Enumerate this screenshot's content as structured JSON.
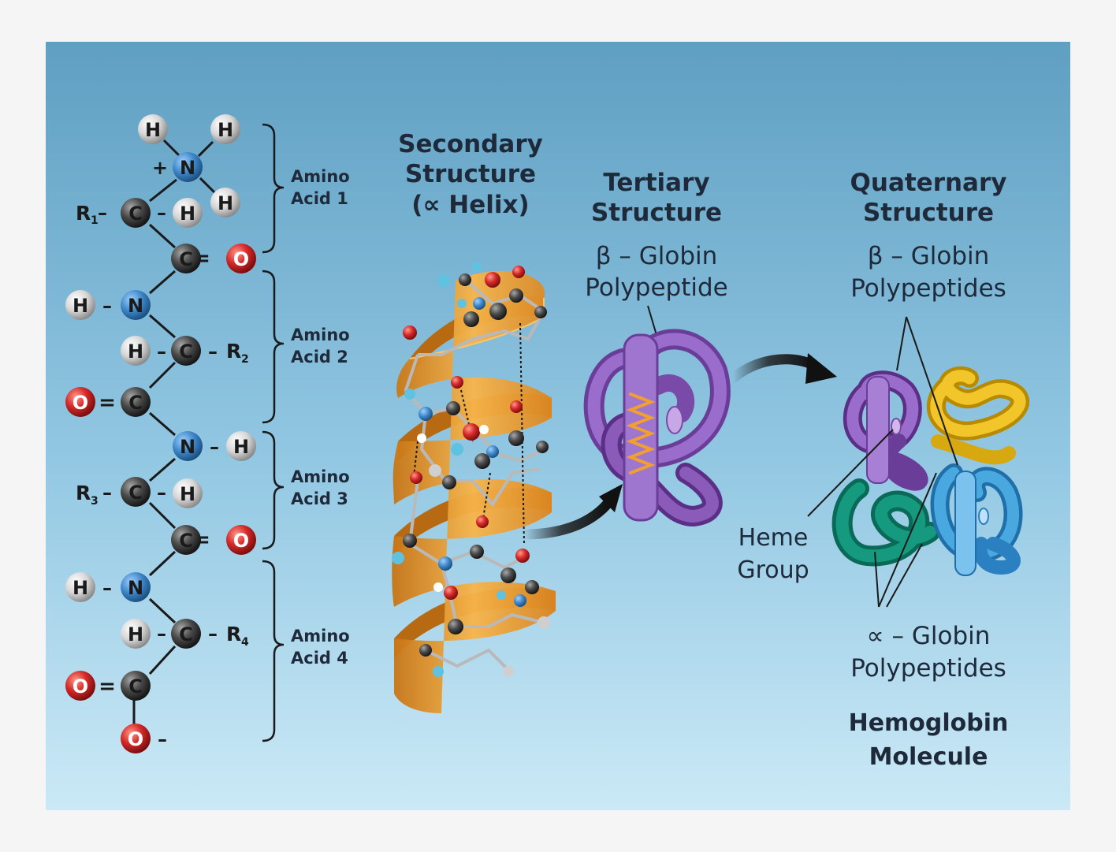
{
  "primary": {
    "atoms": {
      "h": "H",
      "n": "N",
      "c": "C",
      "o": "O",
      "plus": "+",
      "minus": "–",
      "r1": "R",
      "r1_sub": "1",
      "r2": "R",
      "r2_sub": "2",
      "r3": "R",
      "r3_sub": "3",
      "r4": "R",
      "r4_sub": "4"
    },
    "braces": [
      {
        "line1": "Amino",
        "line2": "Acid 1"
      },
      {
        "line1": "Amino",
        "line2": "Acid 2"
      },
      {
        "line1": "Amino",
        "line2": "Acid 3"
      },
      {
        "line1": "Amino",
        "line2": "Acid 4"
      }
    ]
  },
  "secondary": {
    "line1": "Secondary",
    "line2": "Structure",
    "line3": "(∝ Helix)"
  },
  "tertiary": {
    "line1": "Tertiary",
    "line2": "Structure",
    "sub1": "β – Globin",
    "sub2": "Polypeptide"
  },
  "quaternary": {
    "line1": "Quaternary",
    "line2": "Structure",
    "sub1": "β – Globin",
    "sub2": "Polypeptides",
    "heme1": "Heme",
    "heme2": "Group",
    "alpha1": "∝ – Globin",
    "alpha2": "Polypeptides",
    "mol1": "Hemoglobin",
    "mol2": "Molecule"
  },
  "colors": {
    "background_top": "#5f9fc2",
    "background_bottom": "#cbe9f6",
    "helix_ribbon": "#f0a030",
    "beta_globin": "#8a5bb8",
    "alpha_green": "#159a80",
    "alpha_blue": "#4aa8e0",
    "beta_yellow": "#f0c020",
    "hydrogen": "#cfcfcf",
    "nitrogen": "#3d86c8",
    "carbon": "#4a4a4a",
    "oxygen": "#d62a2a"
  }
}
